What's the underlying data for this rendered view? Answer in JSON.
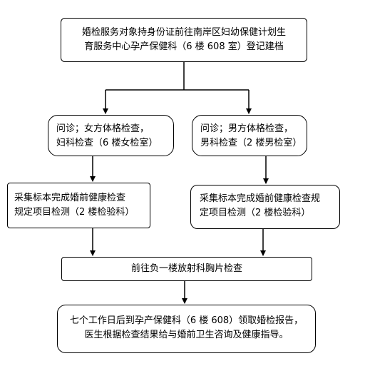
{
  "flow": {
    "step_register": {
      "line1": "婚检服务对象持身份证前往南岸区妇幼保健计划生",
      "line2": "育服务中心孕产保健科（6 楼 608 室）登记建档"
    },
    "step_female_exam": {
      "line1": "问诊；女方体格检查，",
      "line2": "妇科检查（6 楼女检室）"
    },
    "step_male_exam": {
      "line1": "问诊；男方体格检查，",
      "line2": "男科检查（2 楼男检室）"
    },
    "step_female_lab": {
      "line1": "采集标本完成婚前健康检查",
      "line2": "规定项目检测（2 楼检验科）"
    },
    "step_male_lab": {
      "line1": "采集标本完成婚前健康检查规",
      "line2": "定项目检测（2 楼检验科）"
    },
    "step_xray": {
      "line1": "前往负一楼放射科胸片检查"
    },
    "step_report": {
      "line1": "七个工作日后到孕产保健科（6 楼 608）领取婚检报告，",
      "line2": "医生根据检查结果给与婚前卫生咨询及健康指导。"
    }
  }
}
